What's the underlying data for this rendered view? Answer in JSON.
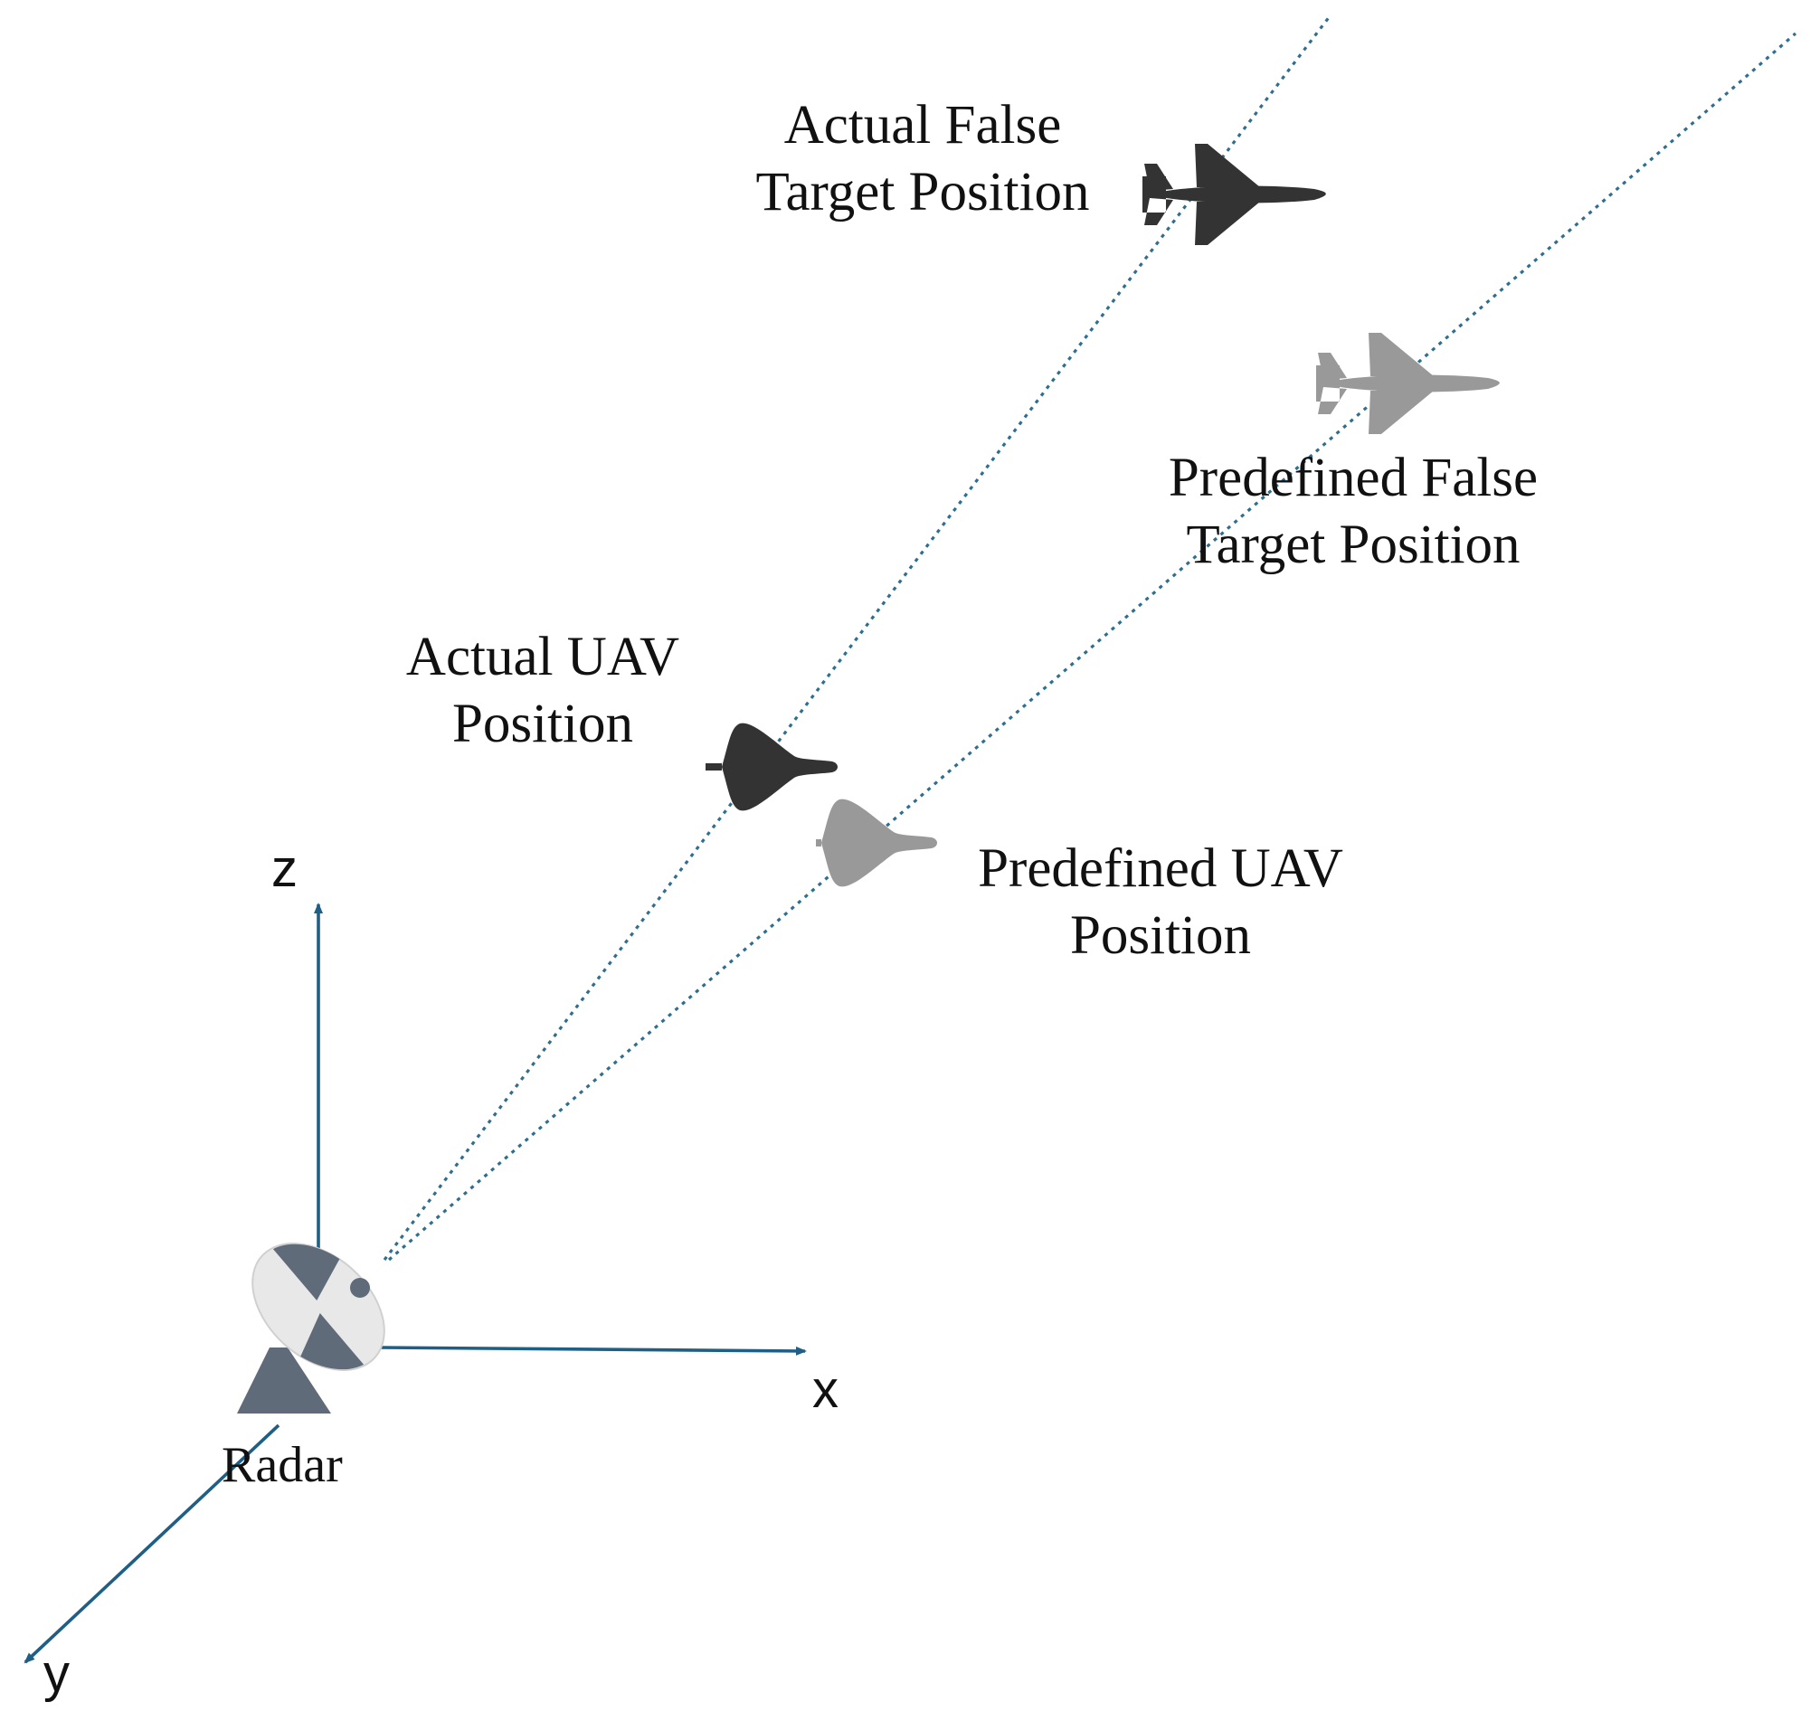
{
  "labels": {
    "actual_false_target": [
      "Actual False",
      "Target Position"
    ],
    "predefined_false_target": [
      "Predefined False",
      "Target Position"
    ],
    "actual_uav": [
      "Actual UAV",
      "Position"
    ],
    "predefined_uav": [
      "Predefined UAV",
      "Position"
    ],
    "radar": "Radar"
  },
  "axes": {
    "x": "x",
    "y": "y",
    "z": "z"
  },
  "icons": {
    "radar": "radar-dish-icon",
    "actual_false_target": "fighter-jet-icon",
    "predefined_false_target": "fighter-jet-icon",
    "actual_uav": "stealth-uav-icon",
    "predefined_uav": "stealth-uav-icon"
  },
  "colors": {
    "axis": "#1f5f86",
    "ray": "#2e6e8e",
    "actual": "#333333",
    "predefined": "#999999",
    "radar_base": "#5f6b78",
    "radar_dish": "#e8e8e8"
  }
}
